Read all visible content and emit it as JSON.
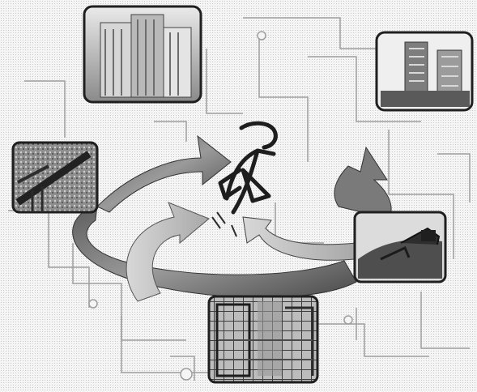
{
  "diagram": {
    "style": "grayscale halftone scan",
    "theme": "cyclical flow between building construction photographs around a central emblem",
    "text_labels": [],
    "nodes": [
      {
        "id": "photo-tall-building",
        "icon": "office-tower-photo"
      },
      {
        "id": "photo-building-right",
        "icon": "building-facade-photo"
      },
      {
        "id": "photo-wall-texture-left",
        "icon": "concrete-wall-photo"
      },
      {
        "id": "photo-construction-site",
        "icon": "heavy-machinery-photo"
      },
      {
        "id": "photo-structure-grid",
        "icon": "building-frame-photo"
      }
    ],
    "center": {
      "id": "emblem",
      "icon": "stylized-logo-emblem"
    },
    "arrows": [
      {
        "from": "photo-wall-texture-left",
        "to": "emblem"
      },
      {
        "from": "photo-structure-grid",
        "to": "emblem"
      },
      {
        "from": "photo-construction-site",
        "to": "emblem"
      },
      {
        "from": "cycle",
        "to": "photo-construction-site"
      }
    ],
    "colors": {
      "background": "#f4f4f4",
      "arrow_dark": "#6a6a6a",
      "arrow_light": "#c8c8c8",
      "frame": "#2a2a2a"
    }
  }
}
